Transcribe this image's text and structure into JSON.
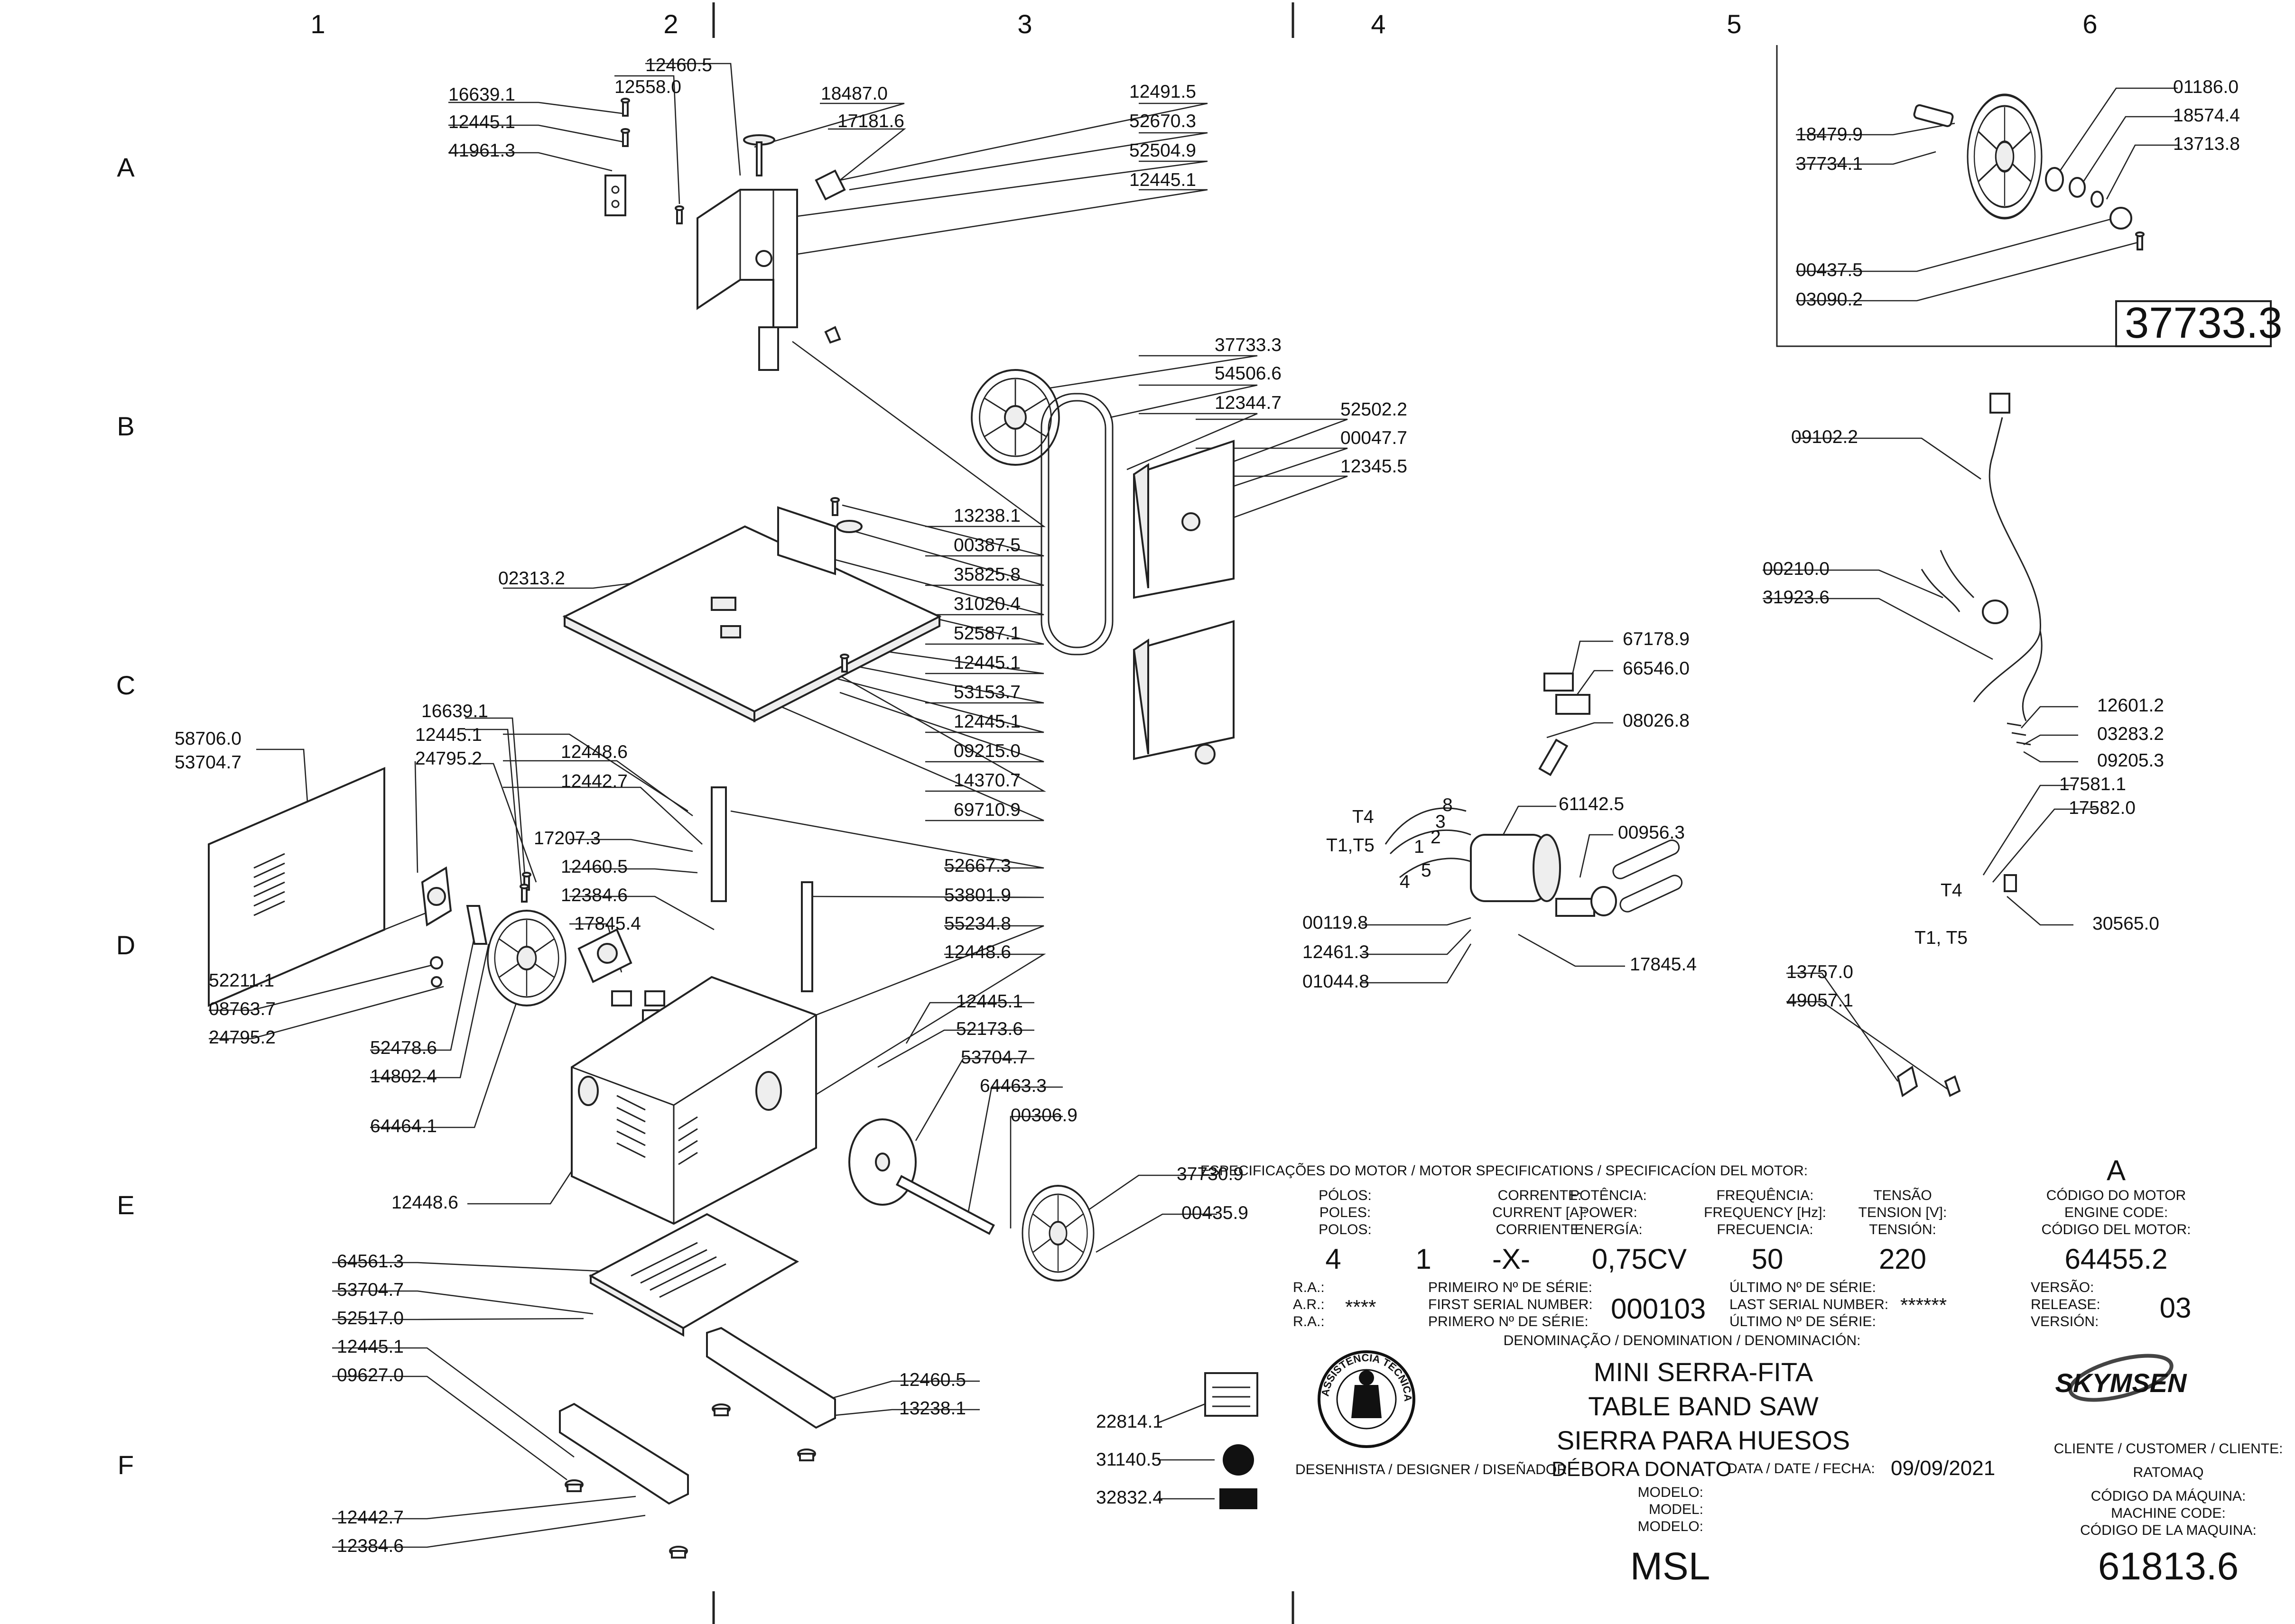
{
  "grid": {
    "columns": [
      "1",
      "2",
      "3",
      "4",
      "5",
      "6"
    ],
    "rows": [
      "A",
      "B",
      "C",
      "D",
      "E",
      "F"
    ]
  },
  "parts": {
    "p16639_1_a": "16639.1",
    "p12445_1_a": "12445.1",
    "p41961_3": "41961.3",
    "p12460_5_a": "12460.5",
    "p12558_0": "12558.0",
    "p18487_0": "18487.0",
    "p17181_6": "17181.6",
    "p12491_5": "12491.5",
    "p52670_3": "52670.3",
    "p52504_9": "52504.9",
    "p12445_1_b": "12445.1",
    "p37733_3_b": "37733.3",
    "p54506_6": "54506.6",
    "p12344_7": "12344.7",
    "p52502_2": "52502.2",
    "p00047_7": "00047.7",
    "p12345_5": "12345.5",
    "p13238_1_a": "13238.1",
    "p00387_5": "00387.5",
    "p35825_8": "35825.8",
    "p31020_4": "31020.4",
    "p52587_1": "52587.1",
    "p12445_1_c": "12445.1",
    "p53153_7": "53153.7",
    "p12445_1_d": "12445.1",
    "p09215_0": "09215.0",
    "p14370_7": "14370.7",
    "p69710_9": "69710.9",
    "p02313_2": "02313.2",
    "p58706_0": "58706.0",
    "p53704_7_a": "53704.7",
    "p16639_1_b": "16639.1",
    "p12445_1_e": "12445.1",
    "p24795_2_a": "24795.2",
    "p12448_6_a": "12448.6",
    "p12442_7_a": "12442.7",
    "p17207_3": "17207.3",
    "p12460_5_b": "12460.5",
    "p12384_6_a": "12384.6",
    "p17845_4_a": "17845.4",
    "p52667_3": "52667.3",
    "p53801_9": "53801.9",
    "p55234_8": "55234.8",
    "p12448_6_b": "12448.6",
    "p52211_1": "52211.1",
    "p08763_7": "08763.7",
    "p24795_2_b": "24795.2",
    "p52478_6": "52478.6",
    "p14802_4": "14802.4",
    "p64464_1": "64464.1",
    "p12448_6_c": "12448.6",
    "p12445_1_f": "12445.1",
    "p52173_6": "52173.6",
    "p53704_7_b": "53704.7",
    "p64463_3": "64463.3",
    "p00306_9": "00306.9",
    "p37730_9": "37730.9",
    "p00435_9": "00435.9",
    "p64561_3": "64561.3",
    "p53704_7_c": "53704.7",
    "p52517_0": "52517.0",
    "p12445_1_g": "12445.1",
    "p09627_0": "09627.0",
    "p12460_5_c": "12460.5",
    "p13238_1_b": "13238.1",
    "p12442_7_b": "12442.7",
    "p12384_6_b": "12384.6",
    "p22814_1": "22814.1",
    "p31140_5": "31140.5",
    "p32832_4": "32832.4",
    "p18479_9": "18479.9",
    "p37734_1": "37734.1",
    "p01186_0": "01186.0",
    "p18574_4": "18574.4",
    "p13713_8": "13713.8",
    "p00437_5": "00437.5",
    "p03090_2": "03090.2",
    "p37733_3_box": "37733.3",
    "p09102_2": "09102.2",
    "p00210_0": "00210.0",
    "p31923_6": "31923.6",
    "p67178_9": "67178.9",
    "p66546_0": "66546.0",
    "p08026_8": "08026.8",
    "p61142_5": "61142.5",
    "p00956_3": "00956.3",
    "p00119_8": "00119.8",
    "p12461_3": "12461.3",
    "p01044_8": "01044.8",
    "p17845_4_b": "17845.4",
    "p12601_2": "12601.2",
    "p03283_2": "03283.2",
    "p09205_3": "09205.3",
    "p17581_1": "17581.1",
    "p17582_0": "17582.0",
    "p30565_0": "30565.0",
    "p13757_0": "13757.0",
    "p49057_1": "49057.1",
    "wire_t4_a": "T4",
    "wire_t1t5_a": "T1,T5",
    "wire_t4_b": "T4",
    "wire_t1t5_b": "T1, T5",
    "wire_n1": "1",
    "wire_n2": "2",
    "wire_n3": "3",
    "wire_n4": "4",
    "wire_n5": "5",
    "wire_n8": "8"
  },
  "title_block": {
    "motor_spec_heading": "ESPECIFICAÇÕES DO MOTOR / MOTOR SPECIFICATIONS / SPECIFICACÍON DEL MOTOR:",
    "motor_variant": "A",
    "poles_labels": [
      "PÓLOS:",
      "POLES:",
      "POLOS:"
    ],
    "current_labels": [
      "CORRENTE:",
      "CURRENT [A]:",
      "CORRIENTE:"
    ],
    "power_labels": [
      "POTÊNCIA:",
      "POWER:",
      "ENERGÍA:"
    ],
    "frequency_labels": [
      "FREQUÊNCIA:",
      "FREQUENCY [Hz]:",
      "FRECUENCIA:"
    ],
    "voltage_labels": [
      "TENSÃO",
      "TENSION [V]:",
      "TENSIÓN:"
    ],
    "engine_code_labels": [
      "CÓDIGO DO MOTOR",
      "ENGINE CODE:",
      "CÓDIGO DEL MOTOR:"
    ],
    "poles_value": "4",
    "phase_value": "1",
    "current_value": "-X-",
    "power_value": "0,75CV",
    "frequency_value": "50",
    "voltage_value": "220",
    "engine_code_value": "64455.2",
    "ra_labels": [
      "R.A.:",
      "A.R.:",
      "R.A.:"
    ],
    "ra_value": "****",
    "first_serial_labels": [
      "PRIMEIRO Nº DE SÉRIE:",
      "FIRST SERIAL NUMBER:",
      "PRIMERO Nº DE SÉRIE:"
    ],
    "first_serial_value": "000103",
    "last_serial_labels": [
      "ÚLTIMO Nº DE SÉRIE:",
      "LAST SERIAL NUMBER:",
      "ÚLTIMO Nº DE SÉRIE:"
    ],
    "last_serial_value": "******",
    "version_labels": [
      "VERSÃO:",
      "RELEASE:",
      "VERSIÓN:"
    ],
    "version_value": "03",
    "denomination_label": "DENOMINAÇÃO / DENOMINATION / DENOMINACIÓN:",
    "denomination_lines": [
      "MINI SERRA-FITA",
      "TABLE BAND SAW",
      "SIERRA PARA HUESOS"
    ],
    "brand": "SKYMSEN",
    "stamp_text_top": "ASSISTÊNCIA TÉCNICA AUTORIZADA",
    "client_label": "CLIENTE / CUSTOMER / CLIENTE:",
    "client_value": "RATOMAQ",
    "designer_label": "DESENHISTA / DESIGNER / DISEÑADOR:",
    "designer_value": "DÉBORA DONATO",
    "date_label": "DATA / DATE / FECHA:",
    "date_value": "09/09/2021",
    "model_labels": [
      "MODELO:",
      "MODEL:",
      "MODELO:"
    ],
    "model_value": "MSL",
    "machine_code_labels": [
      "CÓDIGO DA MÁQUINA:",
      "MACHINE CODE:",
      "CÓDIGO DE LA MAQUINA:"
    ],
    "machine_code_value": "61813.6"
  }
}
